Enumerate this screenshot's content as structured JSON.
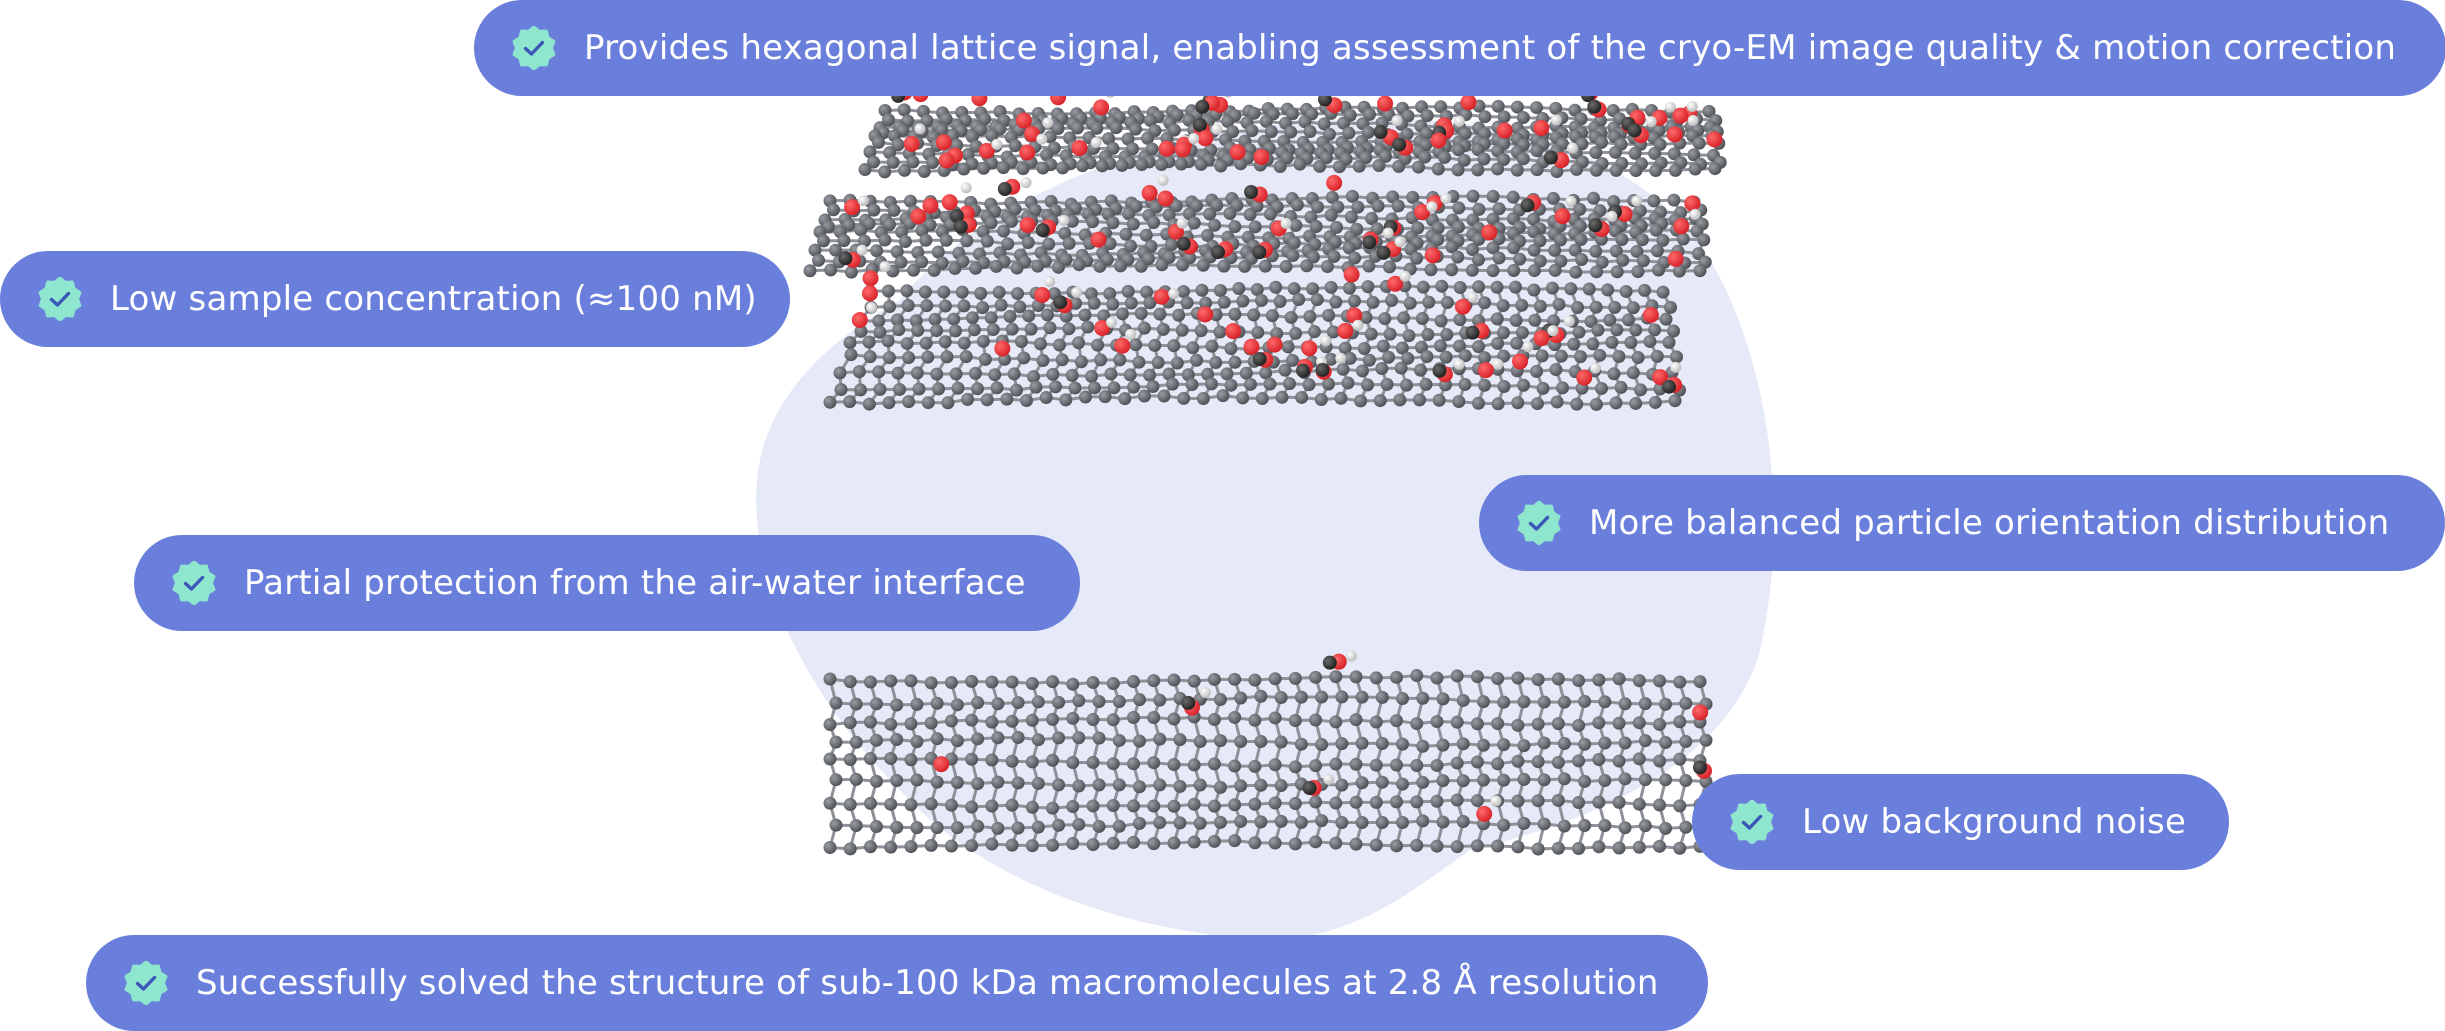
{
  "colors": {
    "pill_background": "#6a7fdb",
    "pill_text": "#ffffff",
    "badge_fill": "#8ee6cf",
    "badge_check": "#3b56b8",
    "blob": "#e6e9f8",
    "carbon_atom": "#4a4d52",
    "oxygen_atom": "#d61f26",
    "hydrogen_atom": "#e8e8e8"
  },
  "icons": {
    "badge": "verified-check-badge-icon"
  },
  "features": {
    "lattice": "Provides hexagonal lattice signal, enabling assessment of the cryo-EM image quality & motion correction",
    "concentration": "Low sample concentration (≈100 nM)",
    "orientation": "More balanced particle orientation distribution",
    "airwater": "Partial protection from the air-water interface",
    "noise": "Low background noise",
    "structure": "Successfully solved the structure of sub-100 kDa macromolecules at 2.8 Å resolution"
  }
}
